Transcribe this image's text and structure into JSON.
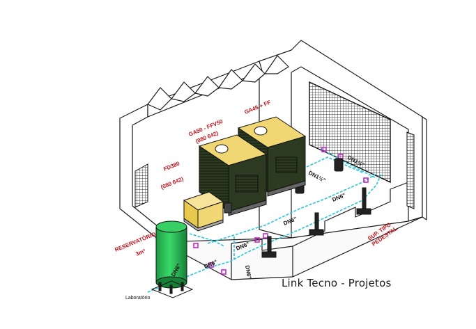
{
  "labels": {
    "room": "GA45 + FF",
    "unit_main": "GA50 - FFV50",
    "unit_main_code": "(080 642)",
    "dryer": "FD380",
    "dryer_code": "(080 642)",
    "reservoir": "RESERVATÓRIO",
    "reservoir_volume": "3m³",
    "support": "SUP. TIPO",
    "support_type": "PEDESTAL",
    "dn1_1_2_a": "DN1½\"",
    "dn1_1_2_b": "DN1½\"",
    "dn6_a": "DN6\"",
    "dn6_b": "DN6\"",
    "dn6_c": "DN6\"",
    "dn6_d": "DN6\"",
    "dn6_e": "DN6\"",
    "dn6_vert": "DN6\"",
    "laboratorio": "Laboratório"
  },
  "credit": "Link Tecno - Projetos",
  "colors": {
    "line": "#1a1a1a",
    "pipe": "#27c4d8",
    "fitting": "#cc22cc",
    "accent_red": "#c0141c",
    "compressor": "#2b3a20",
    "compressor_top": "#f1d774",
    "dryer": "#f1d774",
    "reservoir": "#2cc05a",
    "grating": "#333333"
  }
}
